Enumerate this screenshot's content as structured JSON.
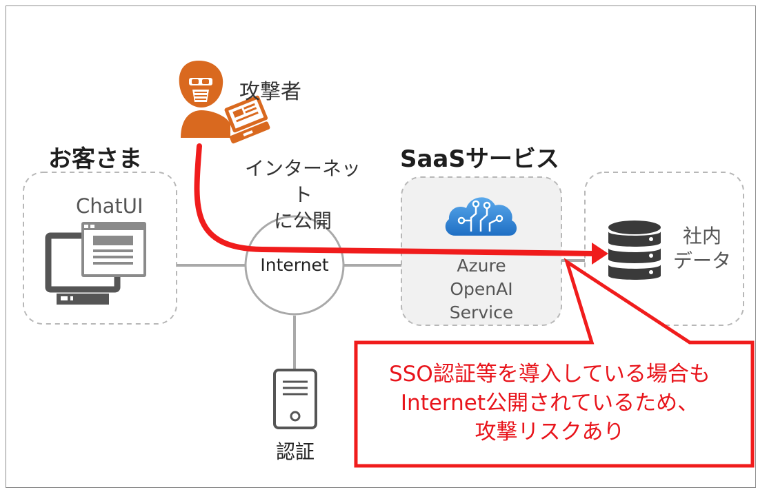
{
  "labels": {
    "attacker": "攻撃者",
    "customer_heading": "お客さま",
    "saas_heading": "SaaSサービス",
    "internet_exposed": "インターネット\nに公開",
    "chatui": "ChatUI",
    "internet": "Internet",
    "azure_openai": "Azure\nOpenAI\nService",
    "internal_data": "社内\nデータ",
    "auth": "認証"
  },
  "callout": {
    "lines": [
      "SSO認証等を導入している場合も",
      "Internet公開されているため、",
      "攻撃リスクあり"
    ]
  },
  "colors": {
    "attack_path": "#f01c1c",
    "attacker_icon": "#d9691f",
    "azure_cloud": "#2f8fd8",
    "link_line": "#a9a9a9",
    "dashed_box": "#b7b7b7",
    "callout_text": "#e8141b"
  },
  "icons": {
    "attacker": "hooded-attacker-with-laptop-icon",
    "client": "desktop-monitor-icon",
    "service": "azure-openai-cloud-icon",
    "database": "database-stack-icon",
    "auth_server": "server-tower-icon"
  }
}
